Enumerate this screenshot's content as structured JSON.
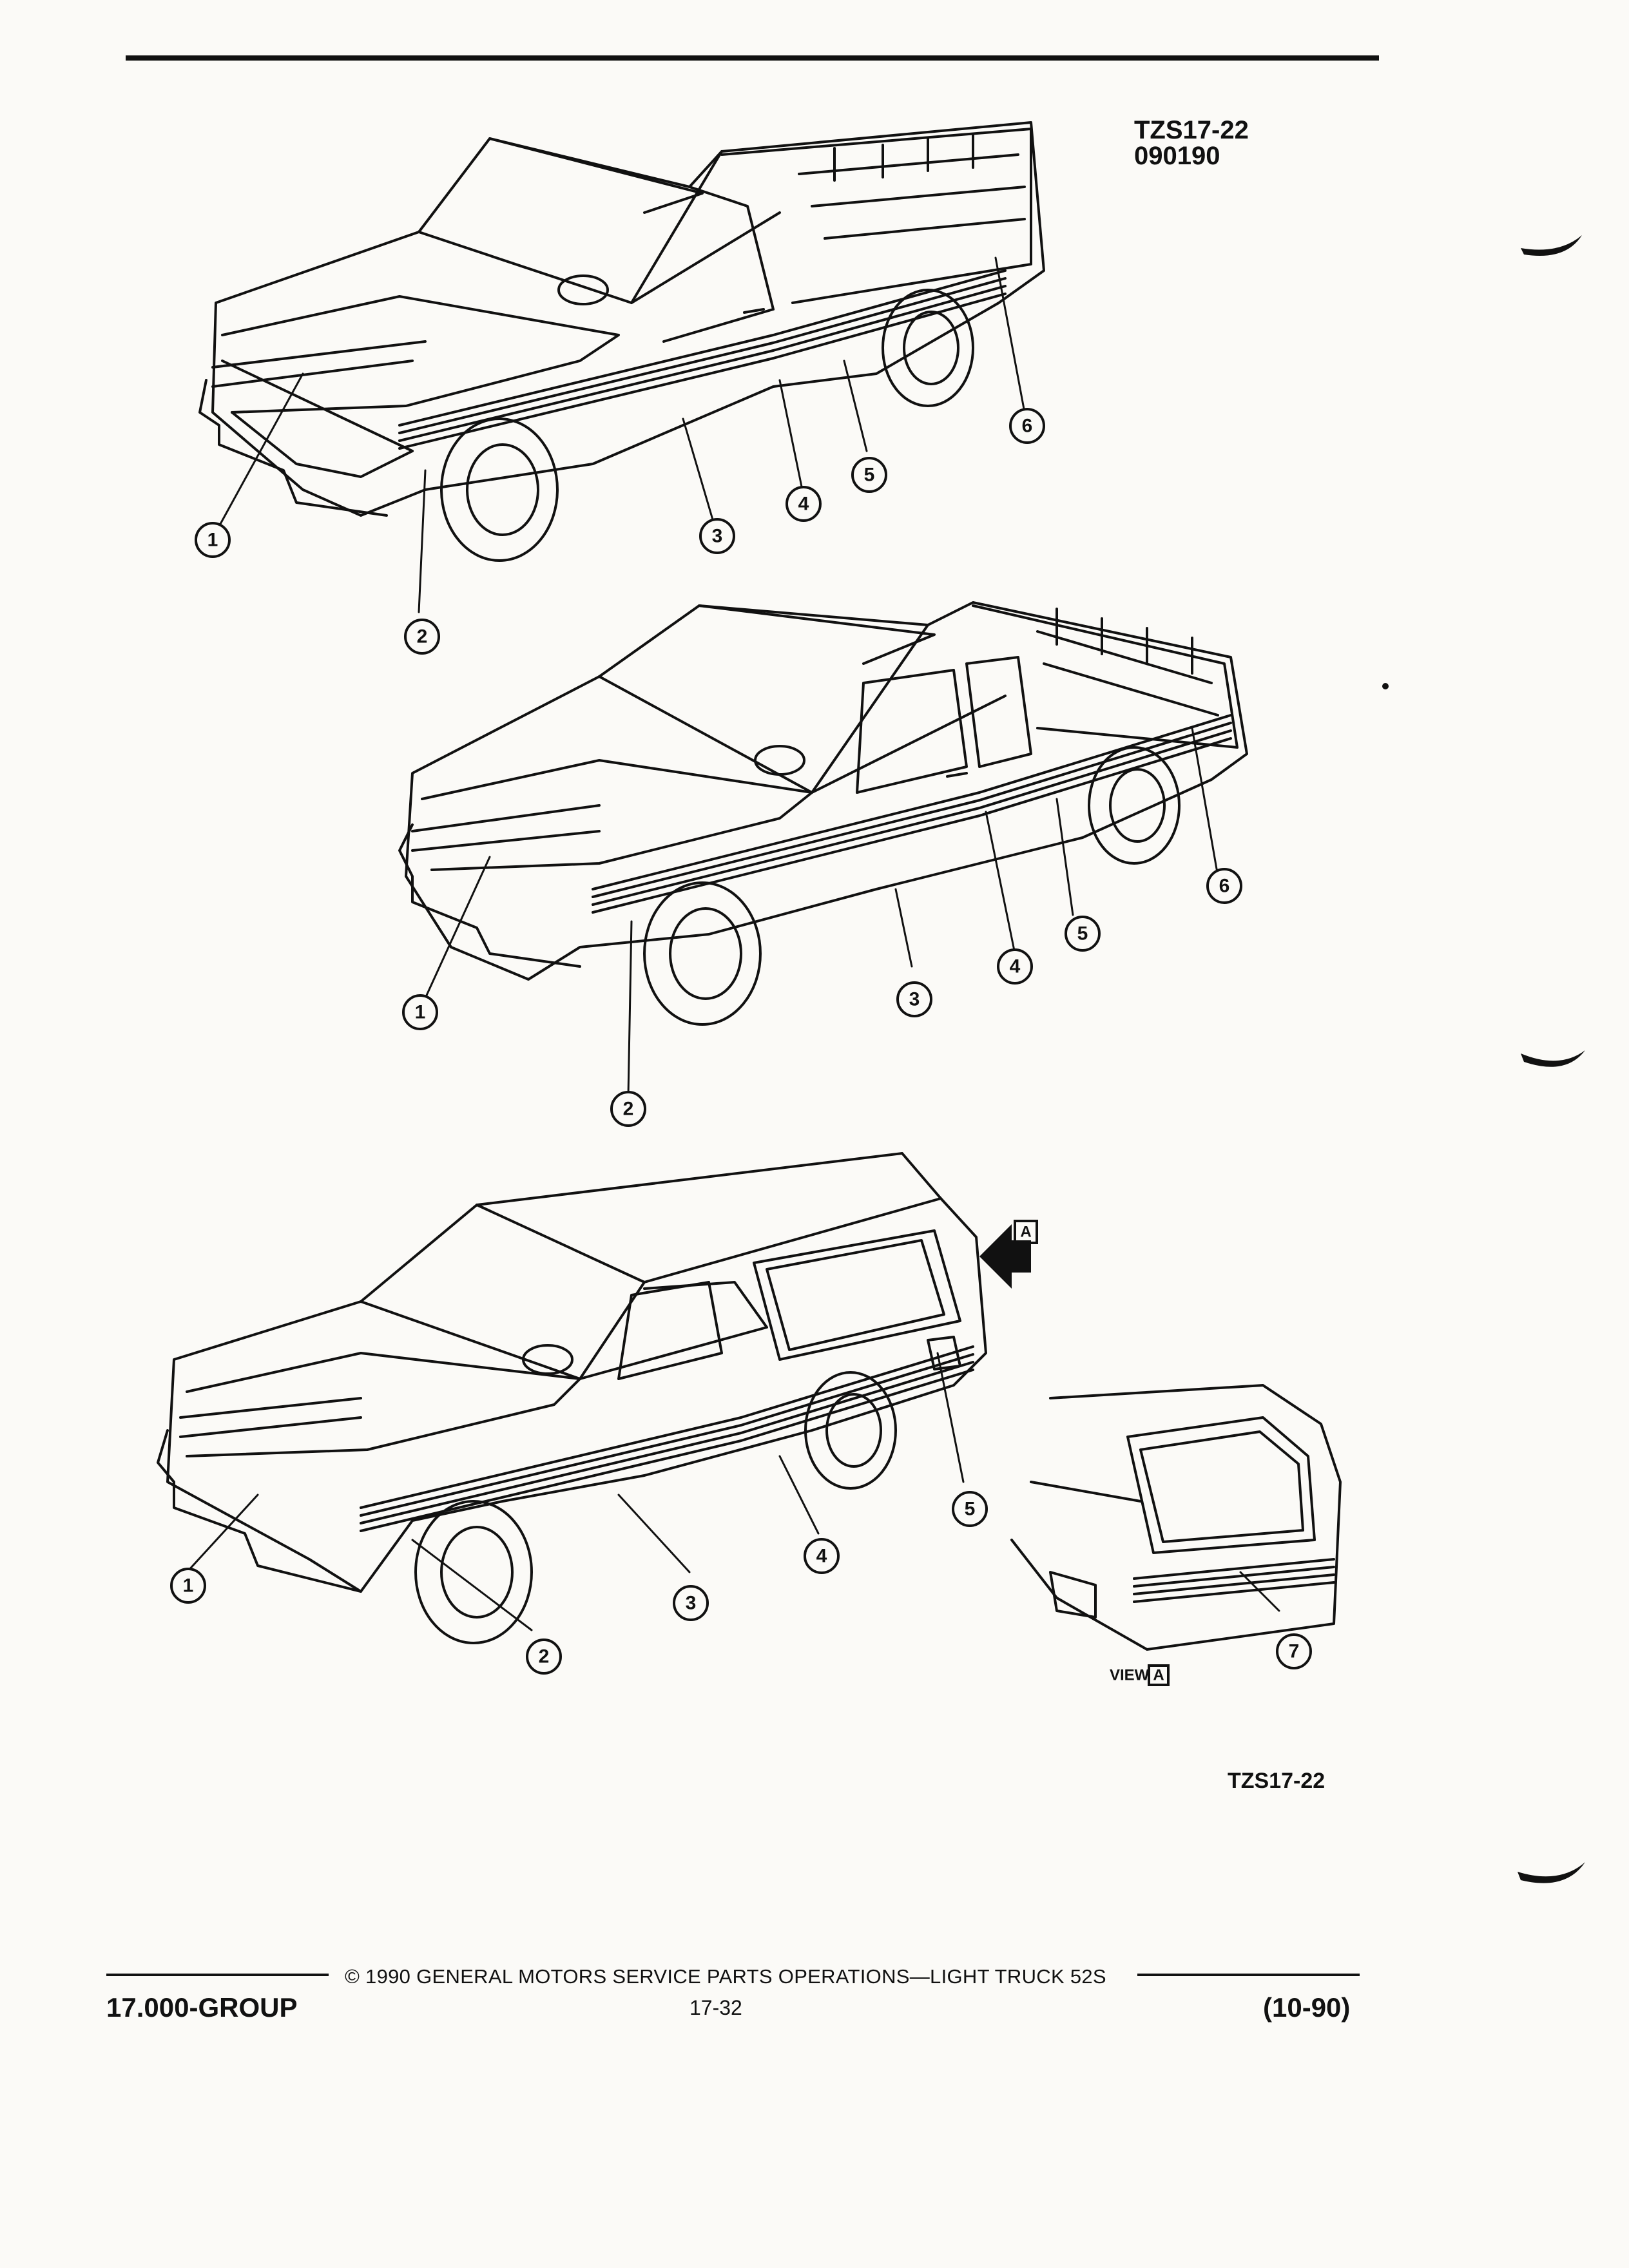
{
  "header": {
    "figure_code": "TZS17-22",
    "figure_date": "090190"
  },
  "figure": {
    "bottom_code": "TZS17-22",
    "view_label": "VIEW",
    "view_letter": "A",
    "arrow_letter": "A",
    "vehicles": [
      {
        "callouts": [
          "1",
          "2",
          "3",
          "4",
          "5",
          "6"
        ]
      },
      {
        "callouts": [
          "1",
          "2",
          "3",
          "4",
          "5",
          "6"
        ]
      },
      {
        "callouts": [
          "1",
          "2",
          "3",
          "4",
          "5"
        ]
      },
      {
        "callouts": [
          "7"
        ]
      }
    ]
  },
  "footer": {
    "group": "17.000-GROUP",
    "copyright": "© 1990 GENERAL MOTORS SERVICE PARTS OPERATIONS—LIGHT TRUCK 52S",
    "page": "17-32",
    "revision": "(10-90)"
  }
}
